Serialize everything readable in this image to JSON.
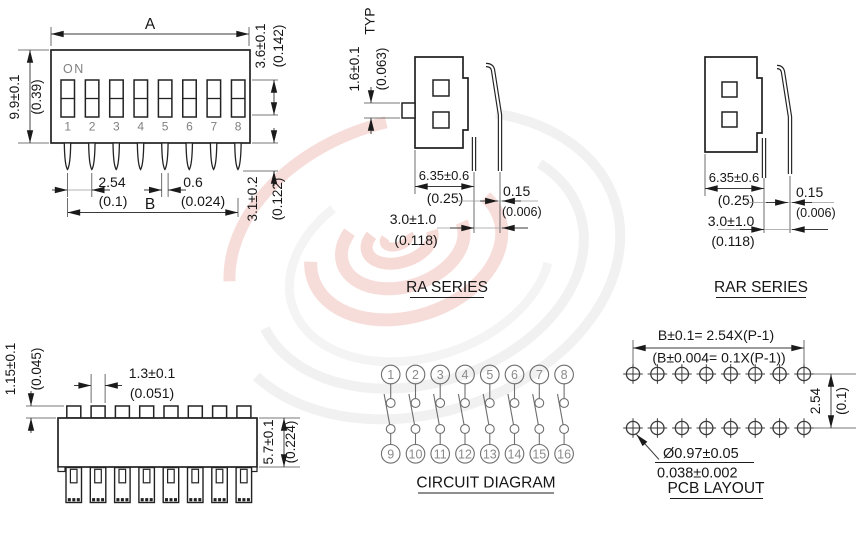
{
  "colors": {
    "line": "#222222",
    "dimension_line": "#3a3a3a",
    "muted_text": "#808080",
    "circuit_line": "#6e6e6e",
    "watermark_red": "#f2c3bc",
    "watermark_gray": "#e7e7e7"
  },
  "front_view": {
    "on_label": "ON",
    "switch_numbers": [
      "1",
      "2",
      "3",
      "4",
      "5",
      "6",
      "7",
      "8"
    ],
    "dim_width_label": "A",
    "dim_span_label": "B",
    "dim_height_mm": "9.9±0.1",
    "dim_height_in": "(0.39)",
    "dim_actuator_mm": "3.6±0.1",
    "dim_actuator_in": "(0.142)",
    "dim_pitch_mm": "2.54",
    "dim_pitch_in": "(0.1)",
    "dim_pin_width_mm": "0.6",
    "dim_pin_width_in": "(0.024)",
    "dim_pin_length_mm": "3.1±0.2",
    "dim_pin_length_in": "(0.122)"
  },
  "ra_view": {
    "title": "RA SERIES",
    "dim_typ": "TYP",
    "dim_step_mm": "1.6±0.1",
    "dim_step_in": "(0.063)",
    "dim_body_mm": "6.35±0.6",
    "dim_body_in": "(0.25)",
    "dim_pin_thk_mm": "0.15",
    "dim_pin_thk_in": "(0.006)",
    "dim_standoff_mm": "3.0±1.0",
    "dim_standoff_in": "(0.118)"
  },
  "rar_view": {
    "title": "RAR SERIES",
    "dim_body_mm": "6.35±0.6",
    "dim_body_in": "(0.25)",
    "dim_pin_thk_mm": "0.15",
    "dim_pin_thk_in": "(0.006)",
    "dim_standoff_mm": "3.0±1.0",
    "dim_standoff_in": "(0.118)"
  },
  "side_view": {
    "dim_bump_h_mm": "1.15±0.1",
    "dim_bump_h_in": "(0.045)",
    "dim_bump_w_mm": "1.3±0.1",
    "dim_bump_w_in": "(0.051)",
    "dim_body_h_mm": "5.7±0.1",
    "dim_body_h_in": "(0.224)"
  },
  "circuit": {
    "title": "CIRCUIT DIAGRAM",
    "top_terminals": [
      "1",
      "2",
      "3",
      "4",
      "5",
      "6",
      "7",
      "8"
    ],
    "bottom_terminals": [
      "9",
      "10",
      "11",
      "12",
      "13",
      "14",
      "15",
      "16"
    ]
  },
  "pcb": {
    "title": "PCB LAYOUT",
    "dim_span_mm": "B±0.1= 2.54X(P-1)",
    "dim_span_in": "(B±0.004= 0.1X(P-1))",
    "dim_row_mm": "2.54",
    "dim_row_in": "(0.1)",
    "dim_hole_mm": "Ø0.97±0.05",
    "dim_hole_in": "0.038±0.002"
  }
}
